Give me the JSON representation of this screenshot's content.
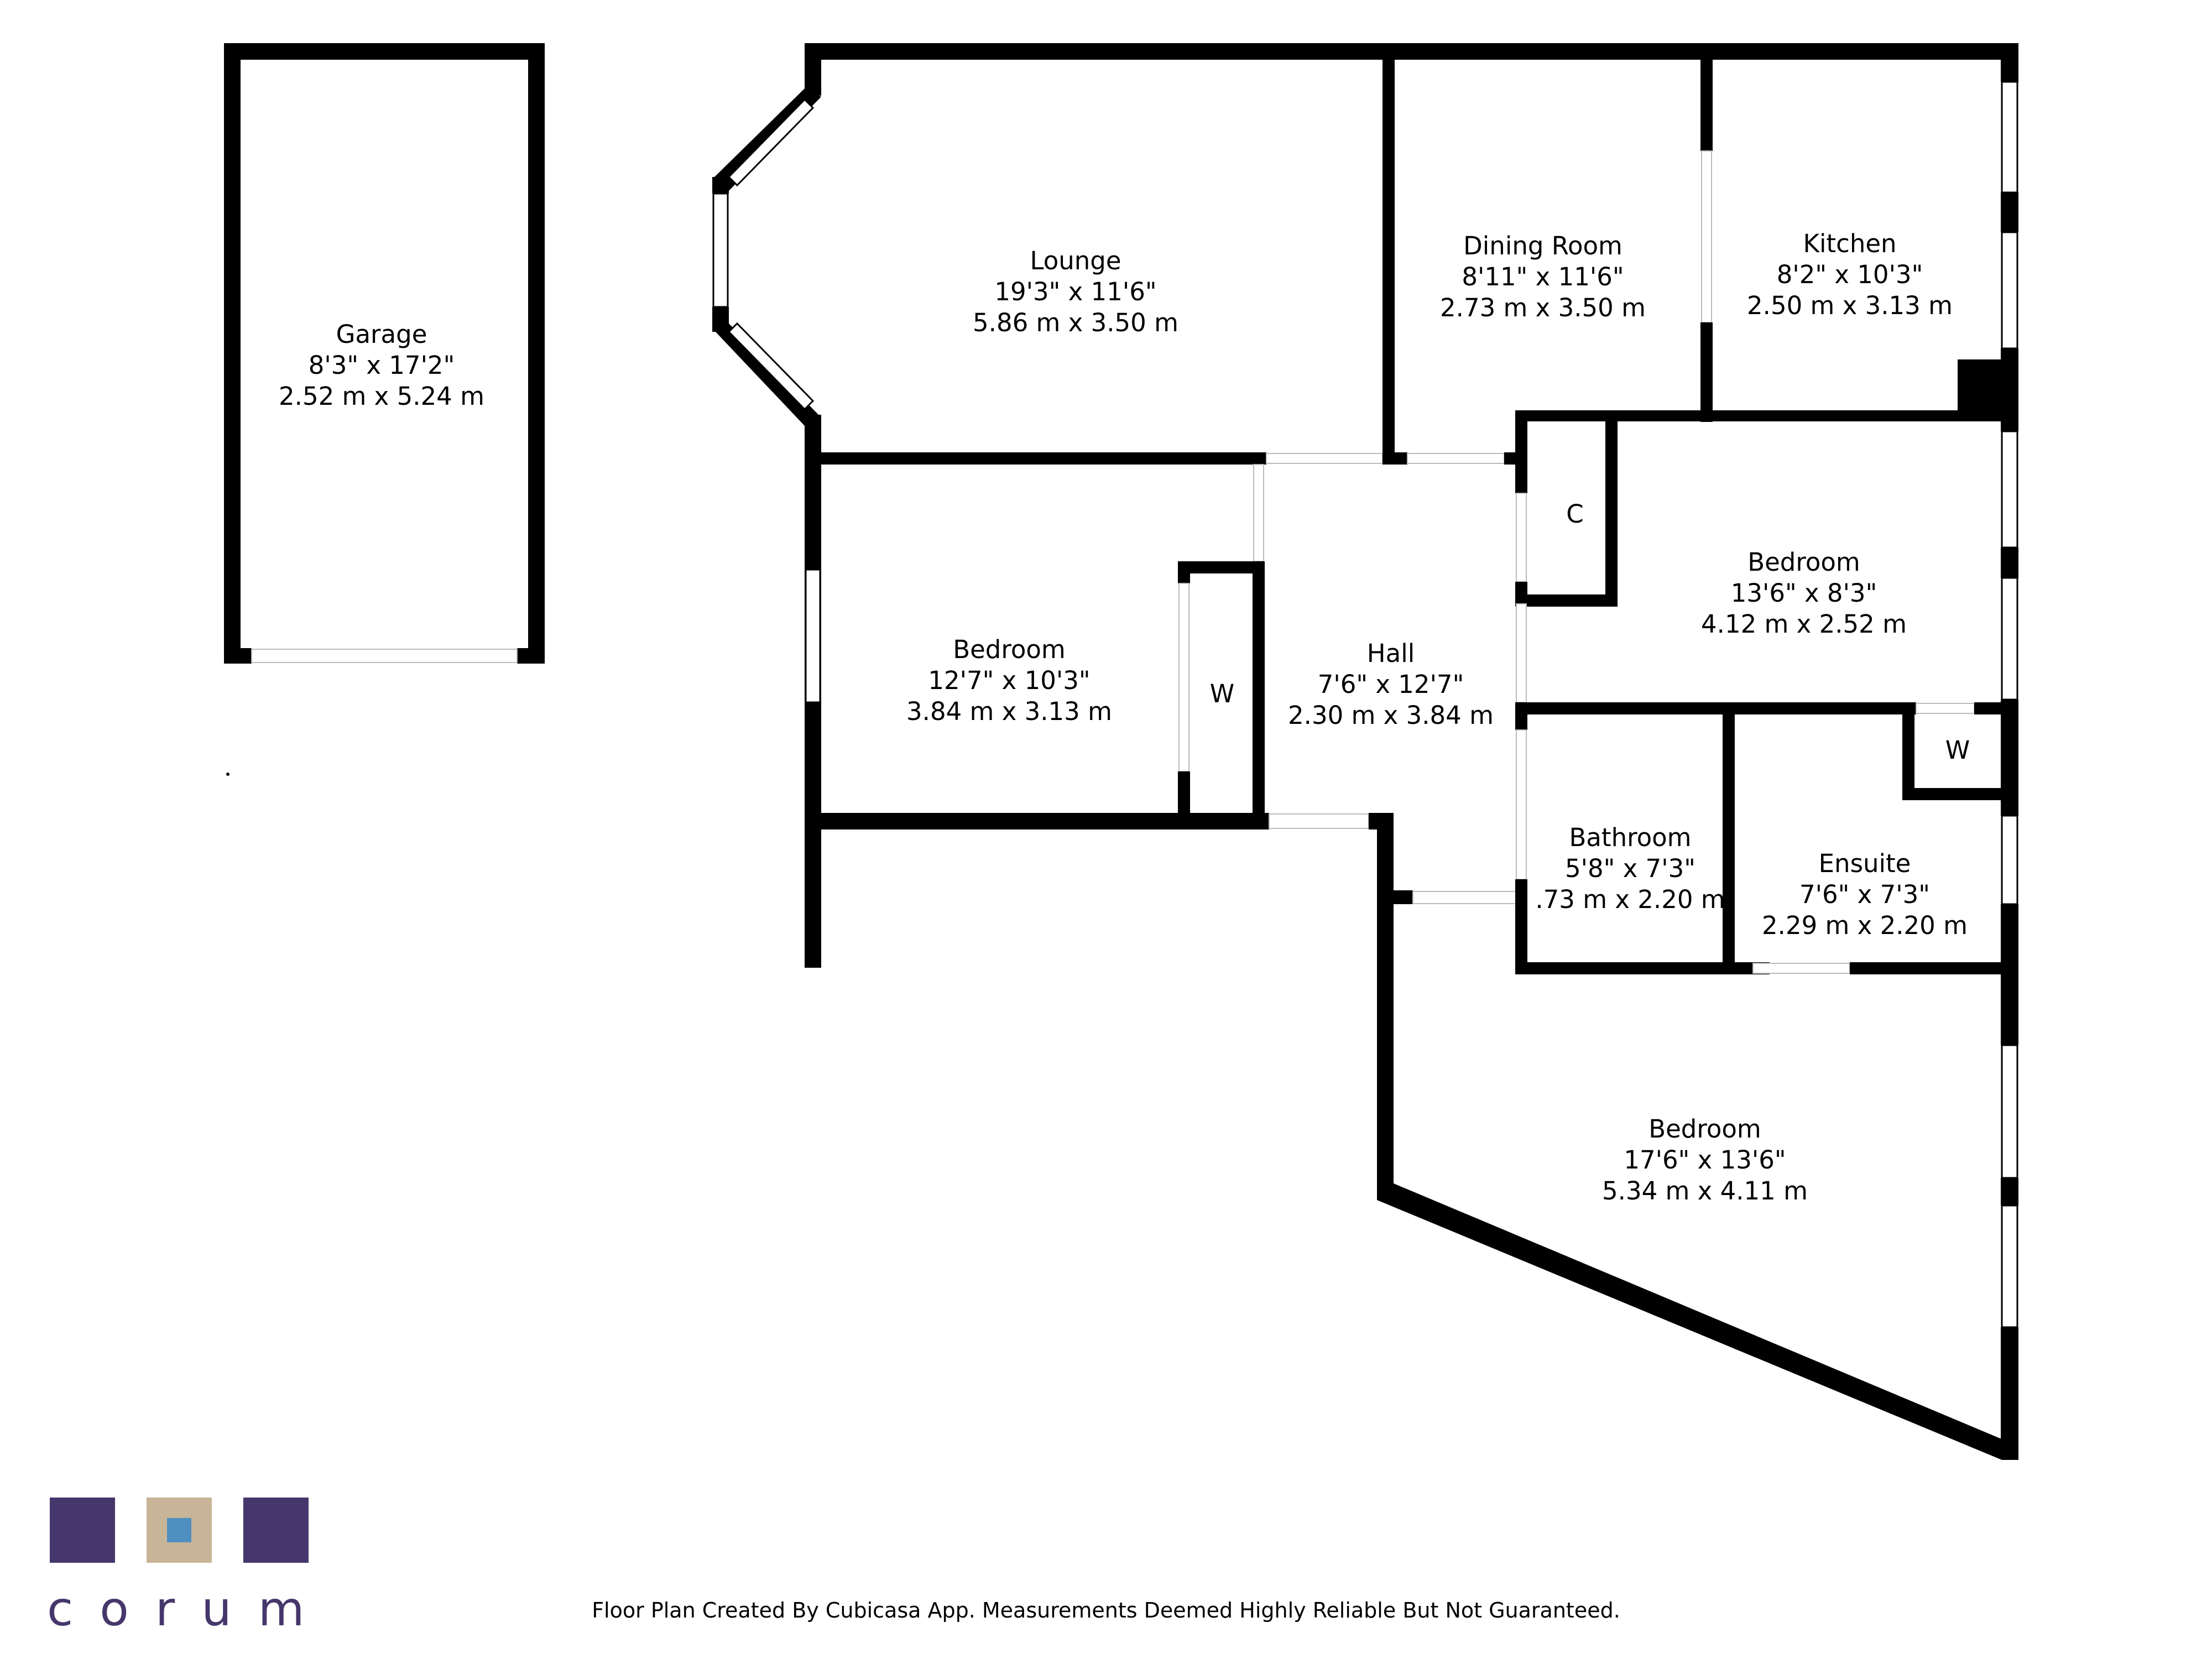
{
  "rooms": {
    "garage": {
      "name": "Garage",
      "imperial": "8'3\" x 17'2\"",
      "metric": "2.52 m x 5.24 m"
    },
    "lounge": {
      "name": "Lounge",
      "imperial": "19'3\" x 11'6\"",
      "metric": "5.86 m x 3.50 m"
    },
    "dining": {
      "name": "Dining Room",
      "imperial": "8'11\" x 11'6\"",
      "metric": "2.73 m x 3.50 m"
    },
    "kitchen": {
      "name": "Kitchen",
      "imperial": "8'2\" x 10'3\"",
      "metric": "2.50 m x 3.13 m"
    },
    "bedroom_left": {
      "name": "Bedroom",
      "imperial": "12'7\" x 10'3\"",
      "metric": "3.84 m x 3.13 m"
    },
    "hall": {
      "name": "Hall",
      "imperial": "7'6\" x 12'7\"",
      "metric": "2.30 m x 3.84 m"
    },
    "bedroom_right": {
      "name": "Bedroom",
      "imperial": "13'6\" x 8'3\"",
      "metric": "4.12 m x 2.52 m"
    },
    "bathroom": {
      "name": "Bathroom",
      "imperial": "5'8\" x 7'3\"",
      "metric": ".73 m x 2.20 m"
    },
    "ensuite": {
      "name": "Ensuite",
      "imperial": "7'6\" x 7'3\"",
      "metric": "2.29 m x 2.20 m"
    },
    "bedroom_main": {
      "name": "Bedroom",
      "imperial": "17'6\" x 13'6\"",
      "metric": "5.34 m x 4.11 m"
    }
  },
  "labels": {
    "cupboard": "C",
    "wardrobe_left": "W",
    "wardrobe_right": "W"
  },
  "footer": "Floor Plan Created By Cubicasa App. Measurements Deemed Highly Reliable But Not Guaranteed.",
  "brand": {
    "name": "corum",
    "colors": {
      "purple": "#45376b",
      "tan": "#c8b597",
      "blue": "#4f8fc0"
    }
  }
}
